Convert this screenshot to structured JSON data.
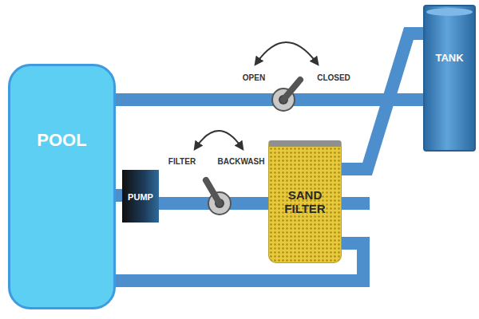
{
  "diagram": {
    "nodes": [
      {
        "text": [
          "POOL"
        ]
      },
      {
        "text": [
          "TANK"
        ]
      },
      {
        "text": [
          "PUMP"
        ]
      },
      {
        "text": [
          "SAND FILTER"
        ]
      }
    ],
    "edges": [
      {
        "from": 0,
        "to": 1,
        "arrow": "none"
      },
      {
        "from": 0,
        "to": 2,
        "arrow": "none"
      },
      {
        "from": 2,
        "to": 3,
        "arrow": "none"
      },
      {
        "from": 3,
        "to": 1,
        "arrow": "none"
      },
      {
        "from": 3,
        "to": 0,
        "arrow": "none"
      }
    ],
    "labels": [
      "OPEN",
      "CLOSED",
      "FILTER",
      "BACKWASH"
    ]
  }
}
